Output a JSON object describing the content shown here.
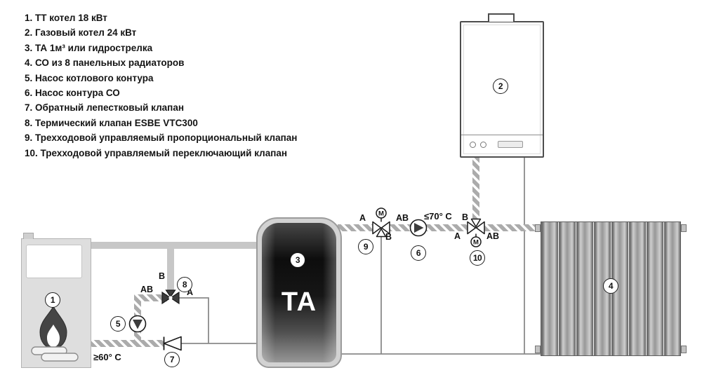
{
  "legend": {
    "items": [
      "1. ТТ котел 18 кВт",
      "2. Газовый котел 24 кВт",
      "3. ТА 1м³ или гидрострелка",
      "4. СО из 8 панельных радиаторов",
      "5. Насос котлового контура",
      "6. Насос контура СО",
      "7. Обратный лепестковый клапан",
      "8. Термический клапан ESBE VTC300",
      "9. Трехходовой управляемый пропорциональный клапан",
      "10. Трехходовой управляемый переключающий клапан"
    ]
  },
  "tank": {
    "label": "ТА"
  },
  "markers": {
    "tt_boiler": "1",
    "gas_boiler": "2",
    "tank": "3",
    "radiators": "4",
    "boiler_pump": "5",
    "co_pump": "6",
    "check_valve": "7",
    "thermic_valve": "8",
    "proportional_valve": "9",
    "switching_valve": "10"
  },
  "labels": {
    "valve8": {
      "ab": "AB",
      "b": "B",
      "a": "A"
    },
    "valve9": {
      "a": "A",
      "ab": "AB",
      "b": "B"
    },
    "valve10": {
      "b": "B",
      "a": "A",
      "ab": "AB"
    },
    "motor": "M",
    "temp_max": "≤70° C",
    "temp_min": "≥60° C"
  },
  "colors": {
    "solid_pipe": "#c7c7c7",
    "hatch_pipe_base": "#ababab",
    "thin_line": "#8a8a8a",
    "tank_body": "#111111"
  }
}
